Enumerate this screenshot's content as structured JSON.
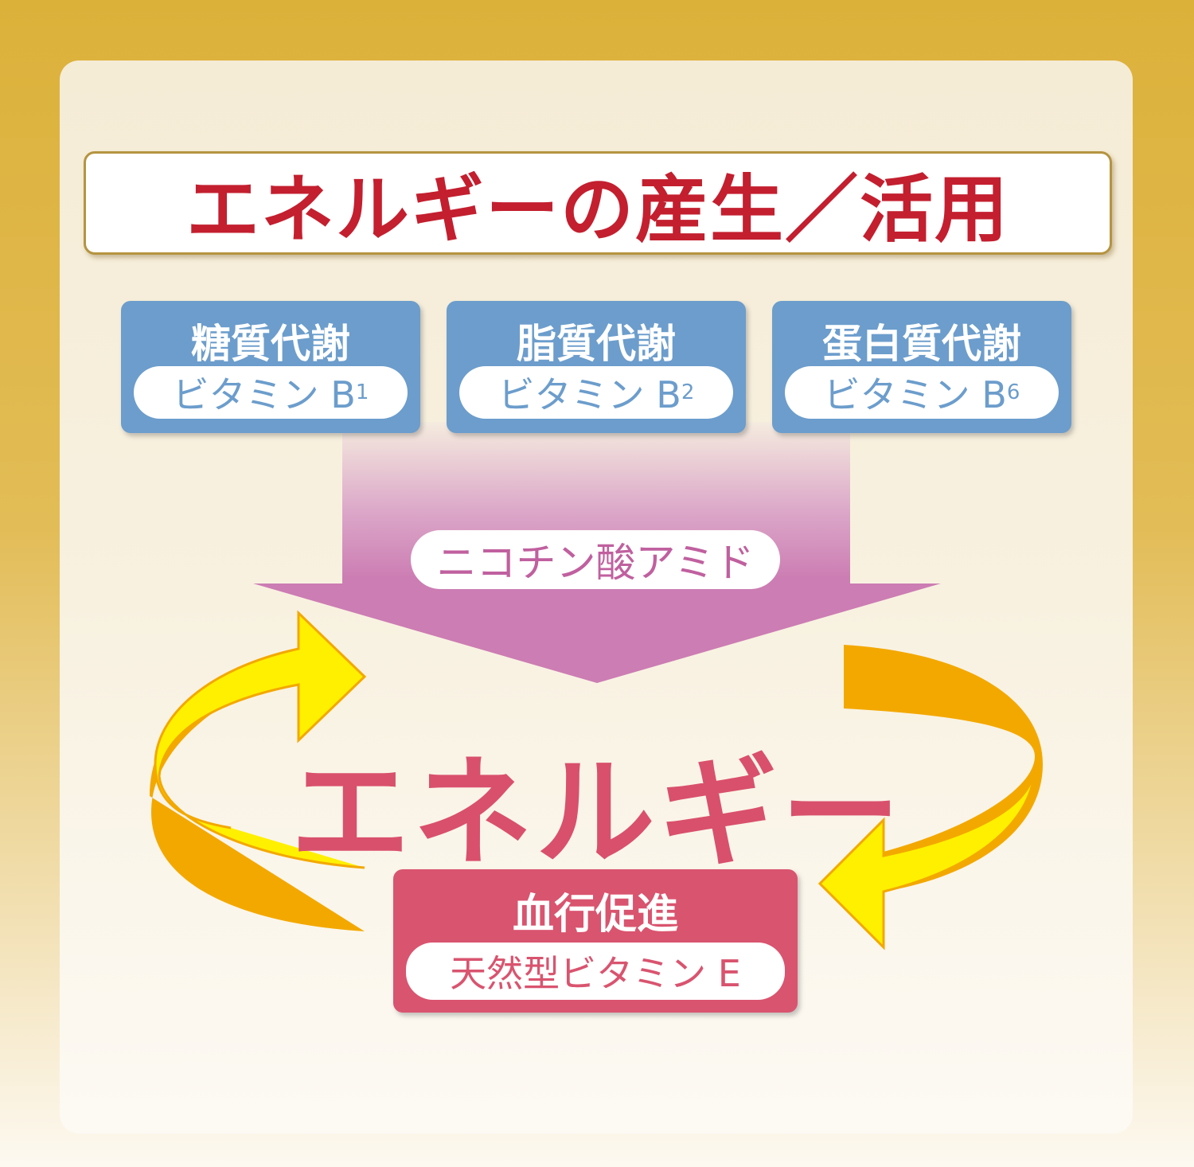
{
  "title": "エネルギーの産生／活用",
  "metabolism": [
    {
      "label": "糖質代謝",
      "vitamin": "ビタミン B",
      "sub": "1"
    },
    {
      "label": "脂質代謝",
      "vitamin": "ビタミン B",
      "sub": "2"
    },
    {
      "label": "蛋白質代謝",
      "vitamin": "ビタミン B",
      "sub": "6"
    }
  ],
  "arrow_label": "ニコチン酸アミド",
  "center": "エネルギー",
  "circulation": {
    "label": "血行促進",
    "vitamin": "天然型ビタミン E"
  },
  "colors": {
    "title": "#c31f2f",
    "blue": "#6c9dcc",
    "pink_arrow": "#cc7db3",
    "energy": "#d9506c",
    "red_box": "#d9546f",
    "yellow": "#fff000",
    "orange": "#f3a800"
  }
}
